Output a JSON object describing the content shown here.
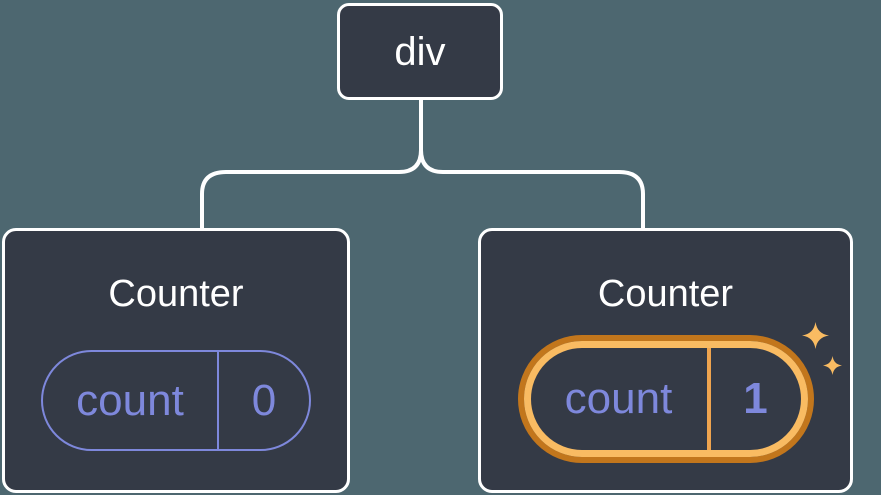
{
  "diagram": {
    "description": "component-tree",
    "root": {
      "label": "div"
    },
    "children": [
      {
        "title": "Counter",
        "state": {
          "name": "count",
          "value": "0"
        },
        "highlighted": false
      },
      {
        "title": "Counter",
        "state": {
          "name": "count",
          "value": "1"
        },
        "highlighted": true
      }
    ]
  },
  "colors": {
    "background": "#4d6770",
    "card_background": "#343a46",
    "card_border": "#ffffff",
    "connector": "#ffffff",
    "state_purple": "#7e88dc",
    "highlight_ring_outer": "#c2761c",
    "highlight_ring_inner": "#f9bb62",
    "highlight_divider": "#efa44f",
    "title_text": "#ffffff"
  },
  "icons": {
    "sparkle_big": "sparkle-icon",
    "sparkle_small": "sparkle-icon"
  }
}
